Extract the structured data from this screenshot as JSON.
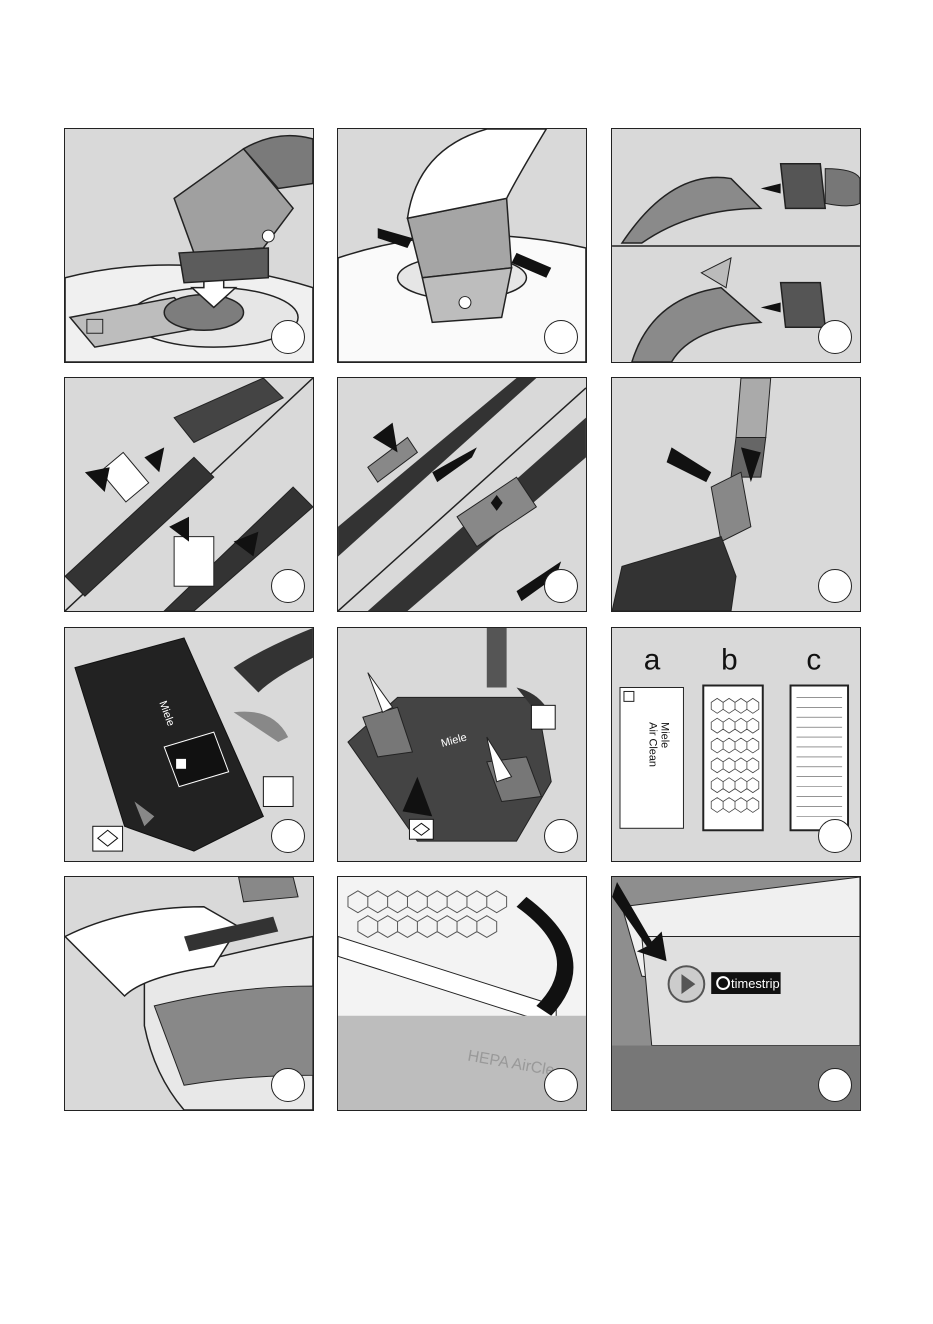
{
  "panels": [
    {
      "id": "p1"
    },
    {
      "id": "p2"
    },
    {
      "id": "p3"
    },
    {
      "id": "p4"
    },
    {
      "id": "p5"
    },
    {
      "id": "p6"
    },
    {
      "id": "p7"
    },
    {
      "id": "p8"
    },
    {
      "id": "p9"
    },
    {
      "id": "p10"
    },
    {
      "id": "p11"
    },
    {
      "id": "p12"
    }
  ],
  "filter_labels": {
    "a": "a",
    "b": "b",
    "c": "c"
  },
  "brand": {
    "name": "Miele"
  },
  "filter_text": {
    "air_clean": "Air Clean",
    "hepa": "HEPA AirClean"
  },
  "timestrip": {
    "label": "timestrip"
  },
  "colors": {
    "panel_bg": "#d9d9d9",
    "dark": "#1a1a1a",
    "mid": "#8a8a8a",
    "light": "#f2f2f2"
  }
}
